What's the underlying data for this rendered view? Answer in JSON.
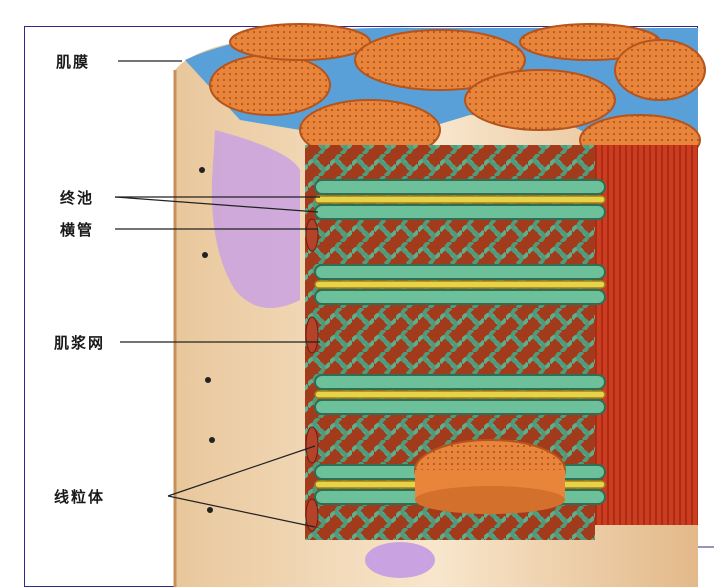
{
  "labels": {
    "sarcolemma": "肌膜",
    "terminal_cisterna": "终池",
    "t_tubule": "横管",
    "sarcoplasmic_reticulum": "肌浆网",
    "mitochondria": "线粒体"
  },
  "colors": {
    "frame_border": "#2d2a8a",
    "myofibril_orange": "#e8853a",
    "myofibril_red": "#c8371e",
    "reticulum_green": "#5fae8c",
    "reticulum_dark": "#2f6e55",
    "t_tubule_yellow": "#e8d24a",
    "cell_membrane": "#f2d9b6",
    "membrane_shadow": "#d8a97a",
    "sarcoplasm_purple": "#b98bd6",
    "interstitial_blue": "#5aa0d8",
    "label_line": "#222222"
  }
}
